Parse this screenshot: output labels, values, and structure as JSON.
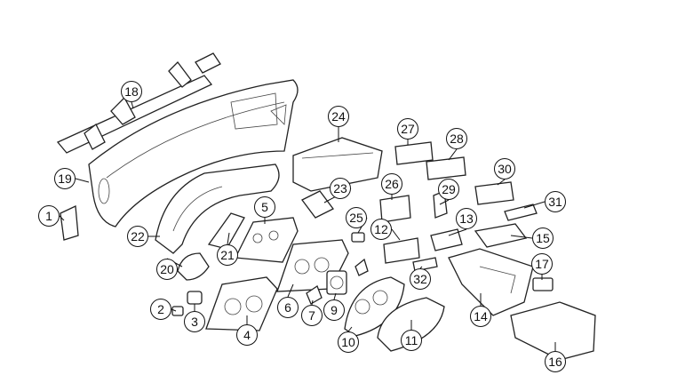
{
  "diagram": {
    "title": "Instrument panel / dashboard exploded parts diagram",
    "callouts": [
      "1",
      "2",
      "3",
      "4",
      "5",
      "6",
      "7",
      "9",
      "10",
      "11",
      "12",
      "13",
      "14",
      "15",
      "16",
      "17",
      "18",
      "19",
      "20",
      "21",
      "22",
      "23",
      "24",
      "25",
      "26",
      "27",
      "28",
      "29",
      "30",
      "31",
      "32"
    ]
  }
}
